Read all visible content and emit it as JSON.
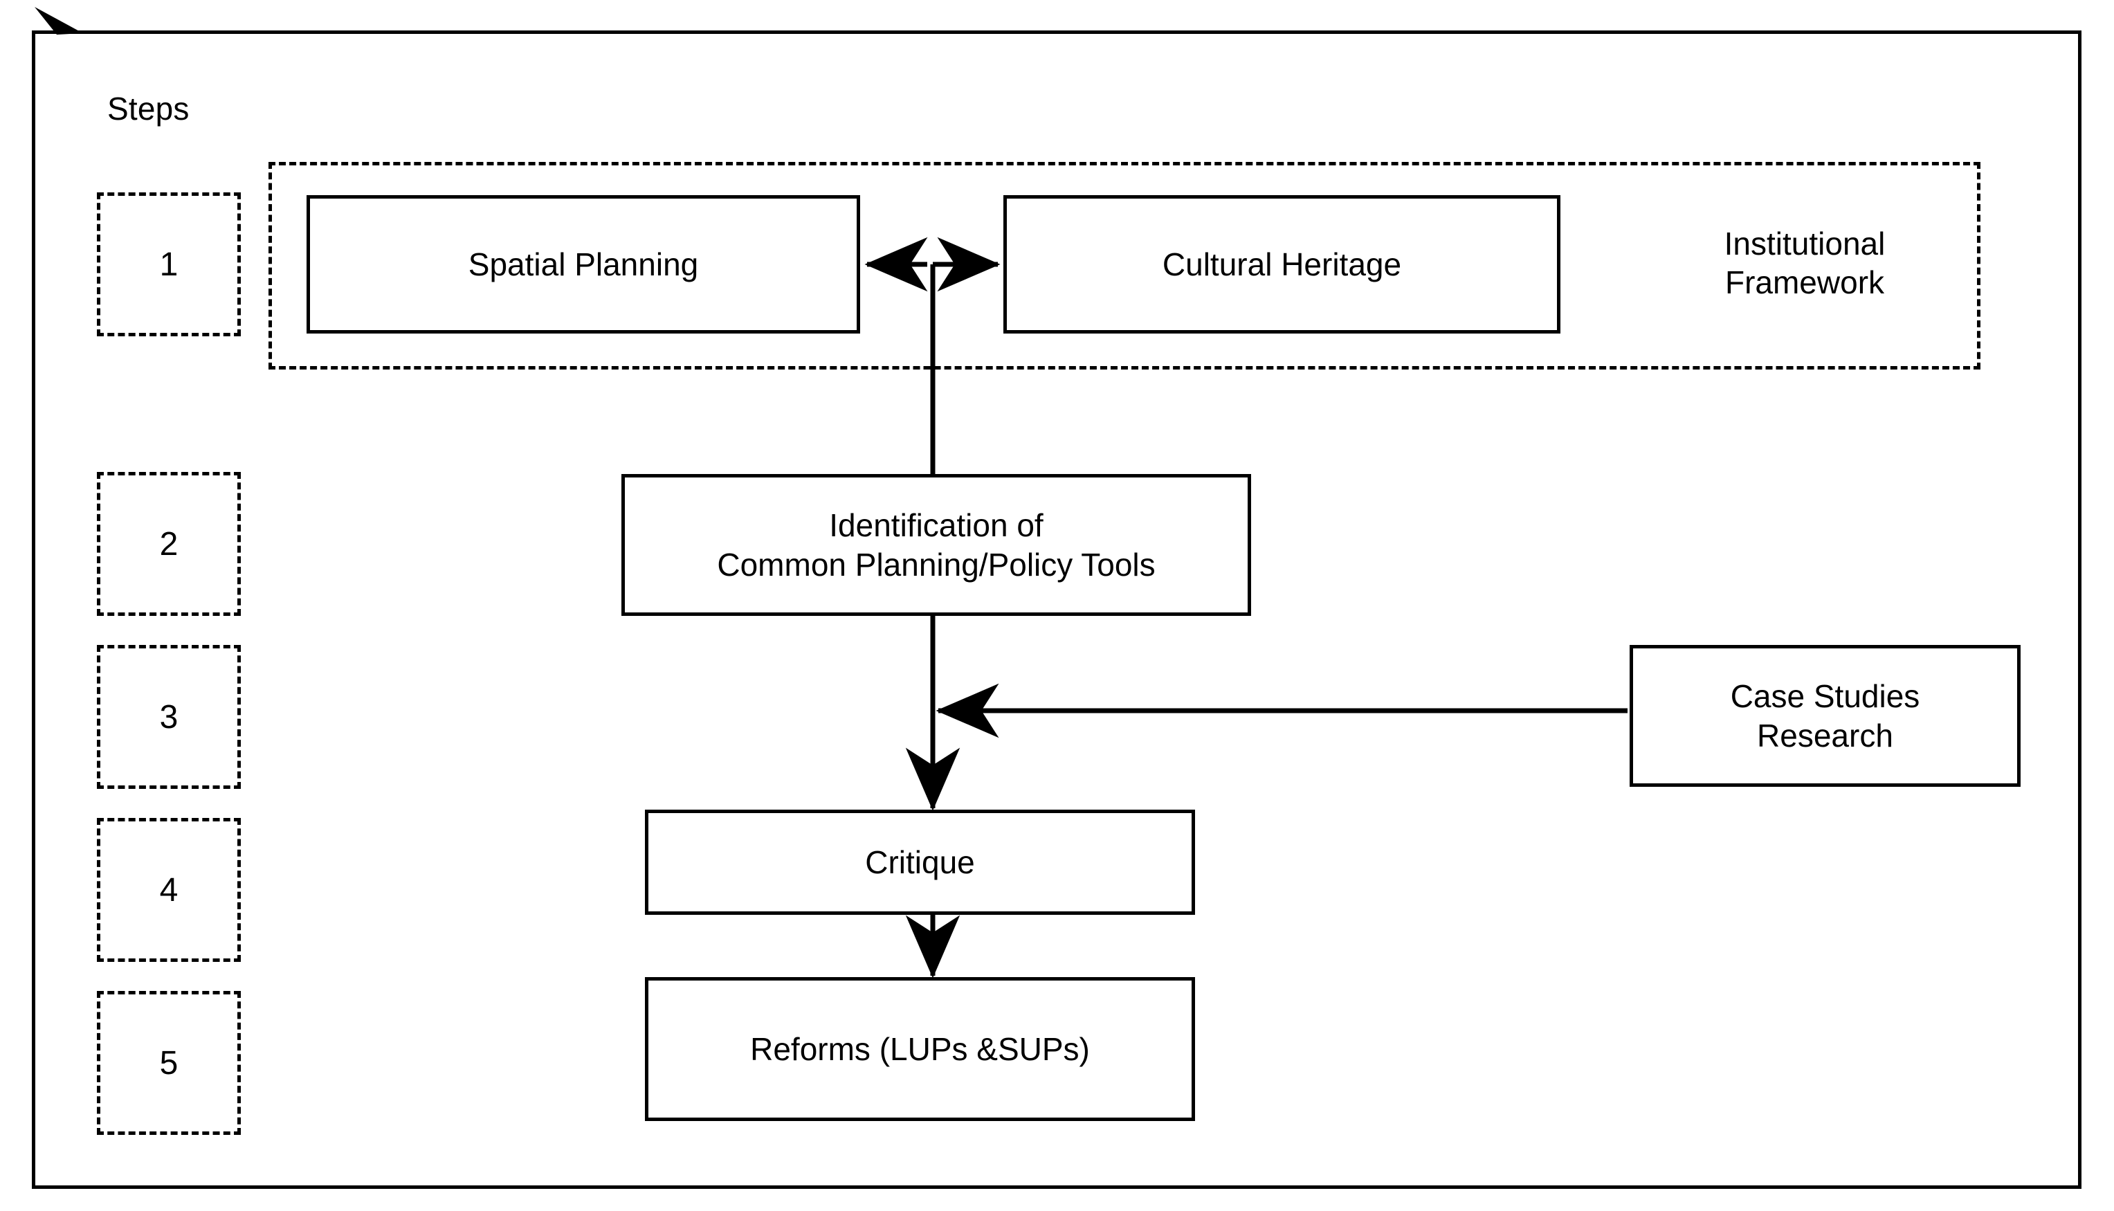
{
  "diagram": {
    "title_label": "Steps",
    "steps": [
      {
        "number": "1"
      },
      {
        "number": "2"
      },
      {
        "number": "3"
      },
      {
        "number": "4"
      },
      {
        "number": "5"
      }
    ],
    "group": {
      "caption": "Institutional\nFramework"
    },
    "nodes": {
      "spatial_planning": "Spatial Planning",
      "cultural_heritage": "Cultural Heritage",
      "identification": "Identification of\nCommon Planning/Policy Tools",
      "case_studies": "Case Studies\nResearch",
      "critique": "Critique",
      "reforms": "Reforms (LUPs &SUPs)"
    },
    "colors": {
      "stroke": "#000000",
      "background": "#ffffff",
      "text": "#000000"
    }
  }
}
